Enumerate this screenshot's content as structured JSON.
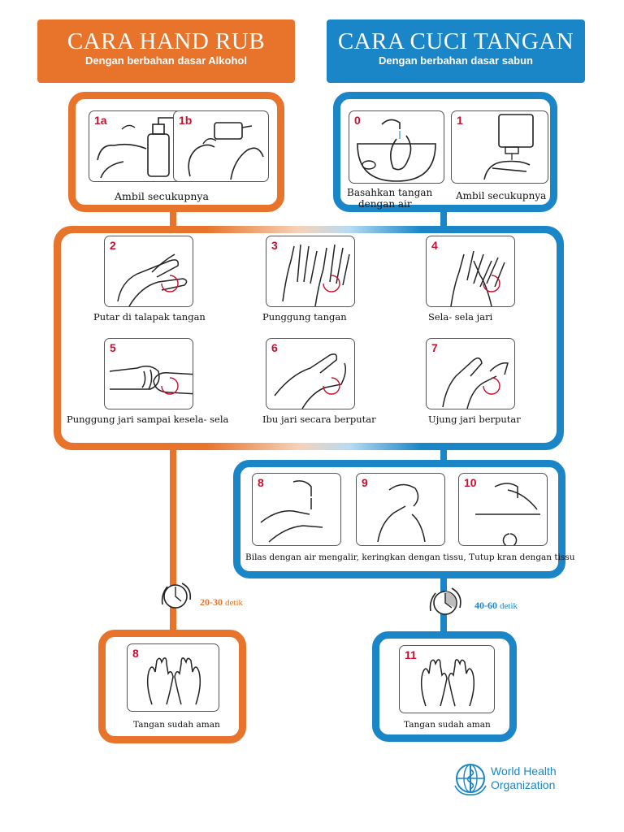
{
  "colors": {
    "orange": "#e8742c",
    "blue": "#1a86c8",
    "step_number": "#c8102e",
    "who_blue": "#1a86c8"
  },
  "handrub": {
    "title": "CARA HAND RUB",
    "subtitle": "Dengan berbahan dasar Alkohol",
    "step_1a": "1a",
    "step_1b": "1b",
    "take_caption": "Ambil secukupnya",
    "timer": "20-30",
    "timer_unit": "detik",
    "final_number": "8",
    "final_caption": "Tangan sudah aman"
  },
  "handwash": {
    "title": "CARA CUCI TANGAN",
    "subtitle": "Dengan berbahan dasar sabun",
    "step_0": "0",
    "step_0_caption_line1": "Basahkan tangan",
    "step_0_caption_line2": "dengan air",
    "step_1": "1",
    "step_1_caption": "Ambil secukupnya",
    "rinse": [
      {
        "number": "8",
        "icon": "faucet-rinse-icon"
      },
      {
        "number": "9",
        "icon": "dry-tissue-icon"
      },
      {
        "number": "10",
        "icon": "close-tap-icon"
      }
    ],
    "rinse_caption": "Bilas dengan air mengalir, keringkan dengan tissu, Tutup kran dengan tissu",
    "timer": "40-60",
    "timer_unit": "detik",
    "final_number": "11",
    "final_caption": "Tangan sudah aman"
  },
  "common_steps": [
    {
      "number": "2",
      "caption": "Putar di talapak tangan",
      "icon": "palm-rub-icon"
    },
    {
      "number": "3",
      "caption": "Punggung tangan",
      "icon": "back-of-hand-icon"
    },
    {
      "number": "4",
      "caption": "Sela- sela jari",
      "icon": "interlaced-fingers-icon"
    },
    {
      "number": "5",
      "caption": "Punggung jari sampai kesela- sela",
      "icon": "finger-backs-icon"
    },
    {
      "number": "6",
      "caption": "Ibu jari secara berputar",
      "icon": "thumb-rotate-icon"
    },
    {
      "number": "7",
      "caption": "Ujung jari berputar",
      "icon": "fingertips-icon"
    }
  ],
  "org": {
    "line1": "World Health",
    "line2": "Organization"
  }
}
